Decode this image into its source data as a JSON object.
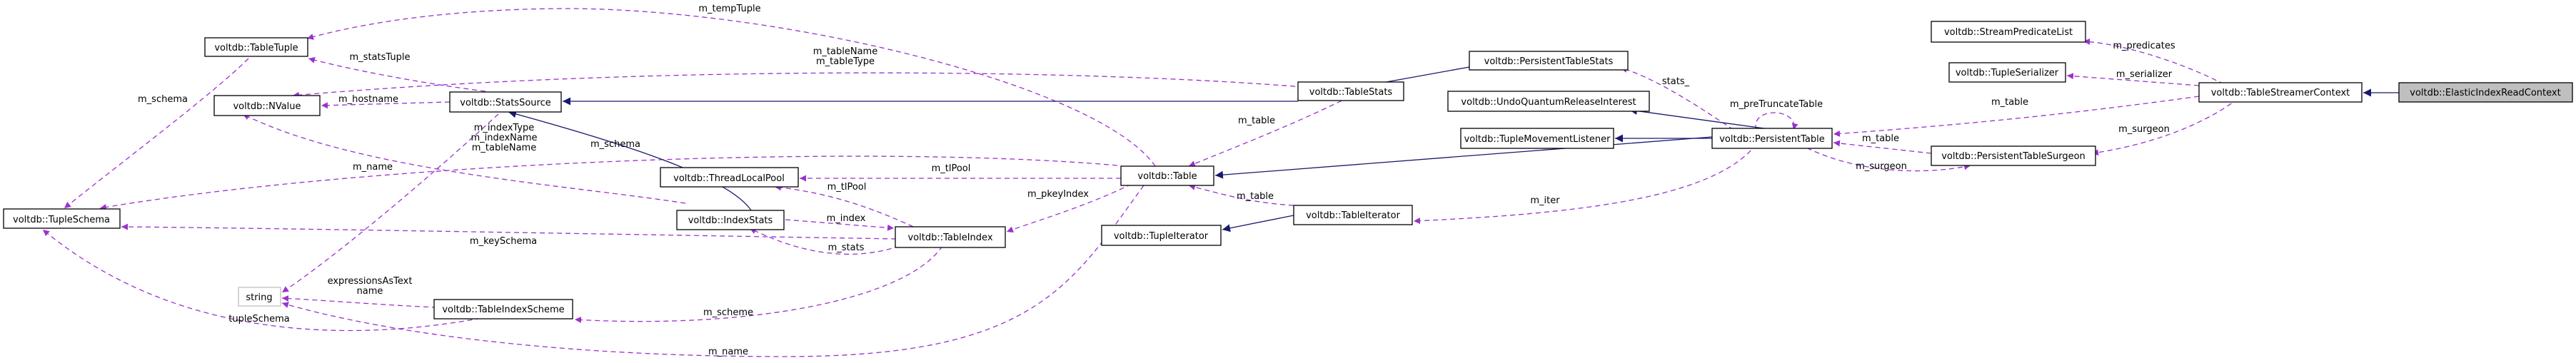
{
  "nodes": [
    {
      "id": "TableTuple",
      "label": "voltdb::TableTuple"
    },
    {
      "id": "NValue",
      "label": "voltdb::NValue"
    },
    {
      "id": "TupleSchema",
      "label": "voltdb::TupleSchema"
    },
    {
      "id": "string",
      "label": "string"
    },
    {
      "id": "StatsSource",
      "label": "voltdb::StatsSource"
    },
    {
      "id": "ThreadLocalPool",
      "label": "voltdb::ThreadLocalPool"
    },
    {
      "id": "IndexStats",
      "label": "voltdb::IndexStats"
    },
    {
      "id": "TableIndexScheme",
      "label": "voltdb::TableIndexScheme"
    },
    {
      "id": "TableIndex",
      "label": "voltdb::TableIndex"
    },
    {
      "id": "Table",
      "label": "voltdb::Table"
    },
    {
      "id": "TableStats",
      "label": "voltdb::TableStats"
    },
    {
      "id": "PersistentTableStats",
      "label": "voltdb::PersistentTableStats"
    },
    {
      "id": "UndoQuantumReleaseInterest",
      "label": "voltdb::UndoQuantumReleaseInterest"
    },
    {
      "id": "TupleMovementListener",
      "label": "voltdb::TupleMovementListener"
    },
    {
      "id": "TupleIterator",
      "label": "voltdb::TupleIterator"
    },
    {
      "id": "TableIterator",
      "label": "voltdb::TableIterator"
    },
    {
      "id": "PersistentTable",
      "label": "voltdb::PersistentTable"
    },
    {
      "id": "PersistentTableSurgeon",
      "label": "voltdb::PersistentTableSurgeon"
    },
    {
      "id": "StreamPredicateList",
      "label": "voltdb::StreamPredicateList"
    },
    {
      "id": "TupleSerializer",
      "label": "voltdb::TupleSerializer"
    },
    {
      "id": "TableStreamerContext",
      "label": "voltdb::TableStreamerContext"
    },
    {
      "id": "ElasticIndexReadContext",
      "label": "voltdb::ElasticIndexReadContext"
    }
  ],
  "edge_labels": {
    "m_tempTuple": "m_tempTuple",
    "m_statsTuple": "m_statsTuple",
    "m_tableName_tableType": "m_tableName\nm_tableType",
    "m_schema_tuple": "m_schema",
    "m_hostname": "m_hostname",
    "m_indexType_group": "m_indexType\nm_indexName\nm_tableName",
    "m_name_string": "m_name",
    "m_schema_table": "m_schema",
    "m_keySchema": "m_keySchema",
    "m_tlPool_table": "m_tlPool",
    "m_tlPool_index": "m_tlPool",
    "m_index": "m_index",
    "m_stats": "m_stats",
    "m_pkeyIndex": "m_pkeyIndex",
    "expressionsAsText_name": "expressionsAsText\nname",
    "tupleSchema": "tupleSchema",
    "m_scheme": "m_scheme",
    "m_name_table": "m_name",
    "m_table_stats": "m_table",
    "m_table_iter": "m_table",
    "m_iter": "m_iter",
    "stats_": "stats_",
    "m_preTruncateTable": "m_preTruncateTable",
    "m_table_surgeon": "m_table",
    "m_surgeon_pt": "m_surgeon",
    "m_table_ctx": "m_table",
    "m_predicates": "m_predicates",
    "m_serializer": "m_serializer",
    "m_surgeon_ctx": "m_surgeon"
  },
  "colors": {
    "usage_edge": "#9a32cd",
    "inheritance_edge": "#191970",
    "highlight_fill": "#bfbfbf",
    "grey_border": "#bfbfbf"
  }
}
